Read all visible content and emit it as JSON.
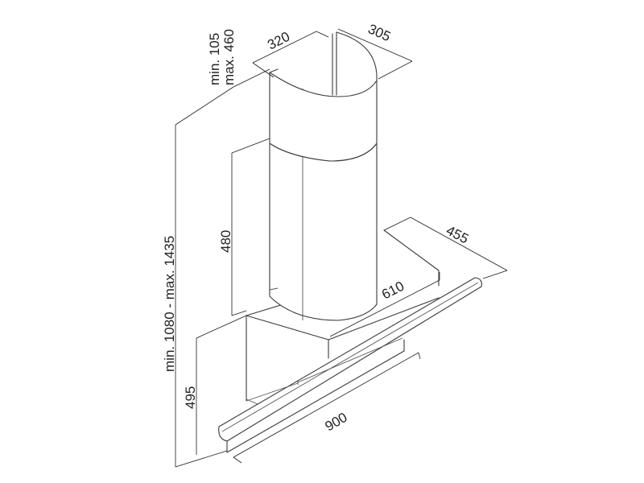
{
  "diagram": {
    "dimensions": {
      "chimney_width": "320",
      "chimney_depth": "305",
      "overlap_min": "min. 105",
      "overlap_max": "max. 460",
      "total_height": "min. 1080 - max. 1435",
      "chimney_section_height": "480",
      "hood_height": "495",
      "hood_depth": "455",
      "back_panel_width": "610",
      "hood_width": "900"
    }
  }
}
